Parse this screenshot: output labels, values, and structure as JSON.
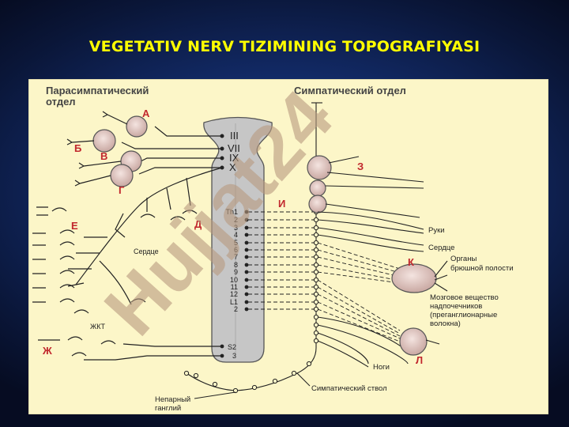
{
  "slide": {
    "title": "VEGETATIV NERV TIZIMINING TOPOGRAFIYASI"
  },
  "diagram": {
    "left_heading": [
      "Парасимпатический",
      "отдел"
    ],
    "right_heading": "Симпатический отдел",
    "parasympathetic_labels": [
      "А",
      "Б",
      "В",
      "Г",
      "Д",
      "Е",
      "Ж"
    ],
    "sympathetic_labels": [
      "З",
      "И",
      "К",
      "Л"
    ],
    "cranial_nerves": [
      "III",
      "VII",
      "IX",
      "X"
    ],
    "spinal_segments": [
      "Th1",
      "2",
      "3",
      "4",
      "5",
      "6",
      "7",
      "8",
      "9",
      "10",
      "11",
      "12",
      "L1",
      "2"
    ],
    "sacral_segments": [
      "S2",
      "3"
    ],
    "organ_labels": {
      "heart_left": "Сердце",
      "gi_tract": "ЖКТ",
      "arms": "Руки",
      "heart_right": "Сердце",
      "abdominal_organs": [
        "Органы",
        "брюшной полости"
      ],
      "adrenal_medulla": [
        "Мозговое вещество",
        "надпочечников",
        "(преганглионарные",
        "волокна)"
      ],
      "legs": "Ноги",
      "sympathetic_trunk": "Симпатический ствол",
      "unpaired_ganglion": [
        "Непарный",
        "ганглий"
      ]
    },
    "watermark": "Hujjat24",
    "colors": {
      "background": "#fcf6c8",
      "label_red": "#c1272d",
      "cord_fill": "#c6c6c6",
      "ganglion_fill": "#e2c6c2",
      "title_yellow": "#ffff00"
    }
  }
}
